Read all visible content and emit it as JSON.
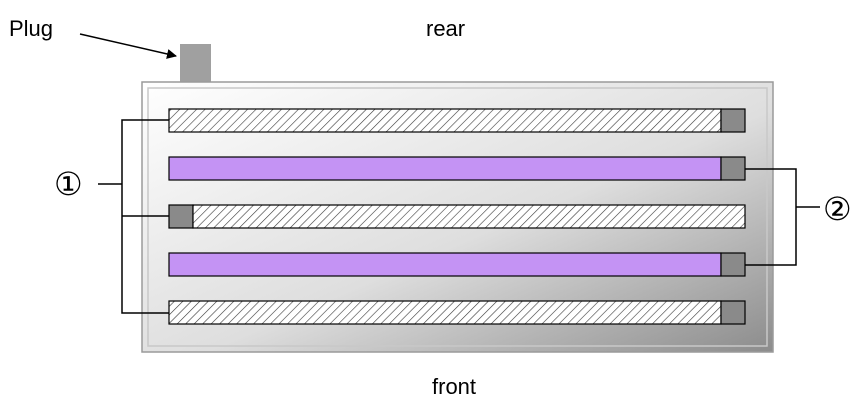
{
  "labels": {
    "plug": "Plug",
    "rear": "rear",
    "front": "front",
    "group_1": "①",
    "group_2": "②"
  },
  "colors": {
    "frame_dark": "#8c8c8c",
    "frame_light": "#ffffff",
    "connector": "#8a8a8a",
    "purple_tube": "#c493f4",
    "hatch_stroke": "#3a3a3a",
    "plug": "#a0a0a0"
  },
  "tubes": [
    {
      "kind": "hatched",
      "connector_side": "right"
    },
    {
      "kind": "purple",
      "connector_side": "right"
    },
    {
      "kind": "hatched",
      "connector_side": "left"
    },
    {
      "kind": "purple",
      "connector_side": "right"
    },
    {
      "kind": "hatched",
      "connector_side": "right"
    }
  ]
}
